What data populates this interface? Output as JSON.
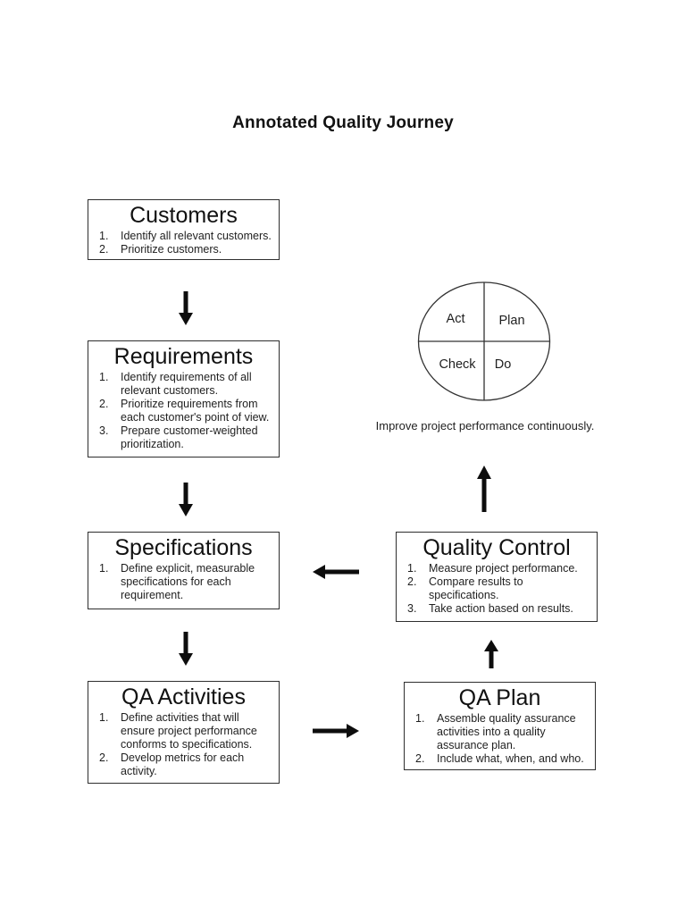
{
  "title": "Annotated Quality Journey",
  "boxes": {
    "customers": {
      "title": "Customers",
      "items": [
        {
          "n": "1.",
          "text": "Identify all relevant customers."
        },
        {
          "n": "2.",
          "text": "Prioritize customers."
        }
      ]
    },
    "requirements": {
      "title": "Requirements",
      "items": [
        {
          "n": "1.",
          "text": "Identify requirements of all relevant customers."
        },
        {
          "n": "2.",
          "text": "Prioritize requirements from each customer's point of view."
        },
        {
          "n": "3.",
          "text": "Prepare customer-weighted prioritization."
        }
      ]
    },
    "specifications": {
      "title": "Specifications",
      "items": [
        {
          "n": "1.",
          "text": "Define explicit, measurable specifications for each requirement."
        }
      ]
    },
    "qa_activities": {
      "title": "QA Activities",
      "items": [
        {
          "n": "1.",
          "text": "Define activities that will ensure project performance conforms to specifications."
        },
        {
          "n": "2.",
          "text": "Develop metrics for each activity."
        }
      ]
    },
    "quality_control": {
      "title": "Quality Control",
      "items": [
        {
          "n": "1.",
          "text": "Measure project performance."
        },
        {
          "n": "2.",
          "text": "Compare results to specifications."
        },
        {
          "n": "3.",
          "text": "Take action based on results."
        }
      ]
    },
    "qa_plan": {
      "title": "QA Plan",
      "items": [
        {
          "n": "1.",
          "text": "Assemble quality assurance activities into a quality assurance plan."
        },
        {
          "n": "2.",
          "text": "Include what, when, and who."
        }
      ]
    }
  },
  "pdca": {
    "act": "Act",
    "plan": "Plan",
    "check": "Check",
    "do": "Do",
    "caption": "Improve project performance continuously."
  },
  "colors": {
    "background": "#ffffff",
    "ink": "#1a1a1a",
    "box_border": "#2e2e2e",
    "arrow": "#0d0d0d"
  }
}
